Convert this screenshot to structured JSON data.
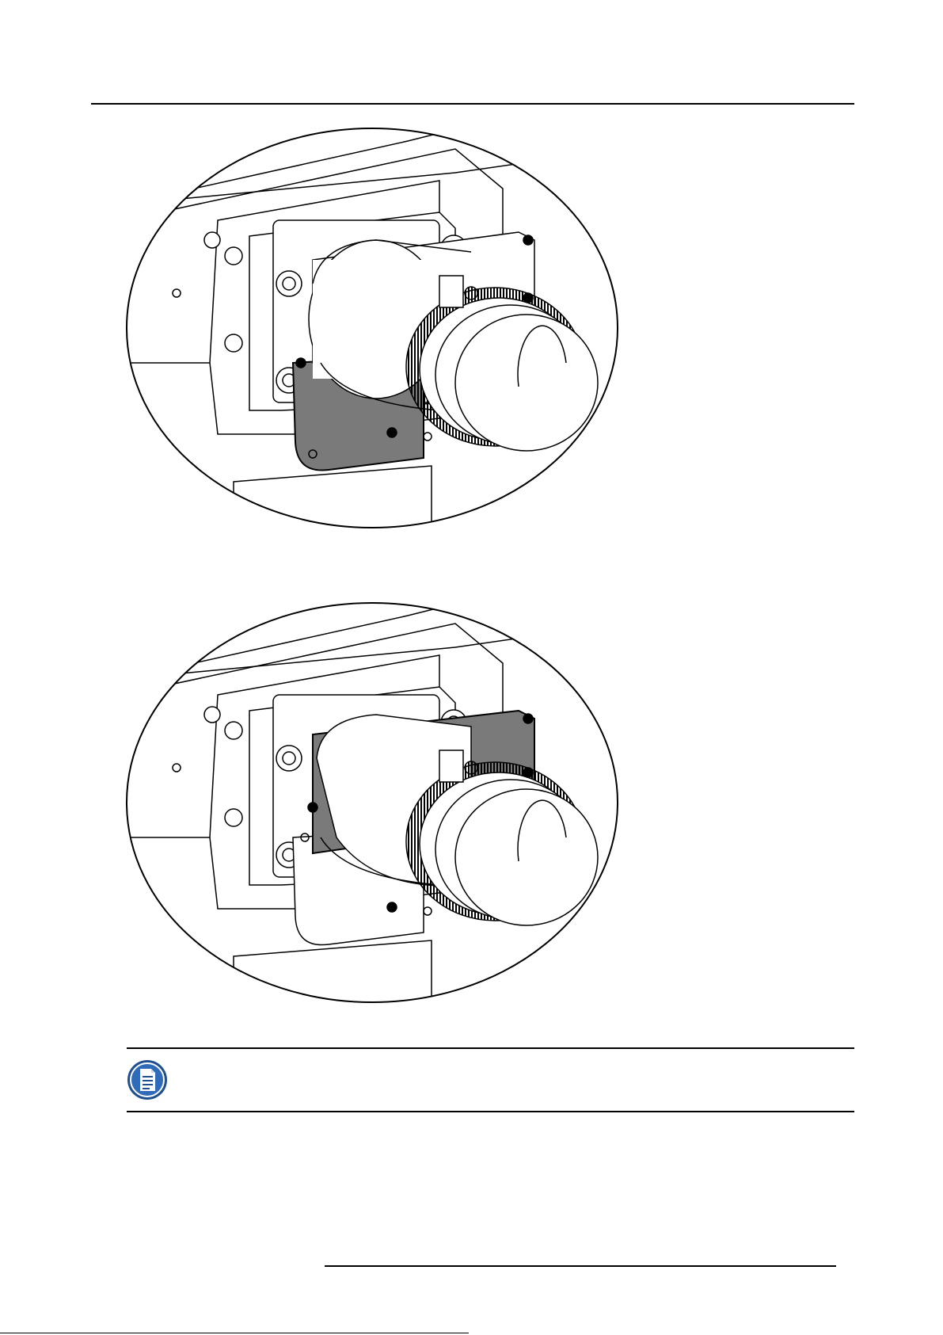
{
  "figures": [
    {
      "id": "figure-top",
      "highlight": "lower-shield",
      "highlight_color": "#7a7a7a"
    },
    {
      "id": "figure-bottom",
      "highlight": "upper-shield",
      "highlight_color": "#7a7a7a"
    }
  ],
  "note": {
    "icon": "note-icon",
    "icon_color": "#1f4f8f"
  }
}
